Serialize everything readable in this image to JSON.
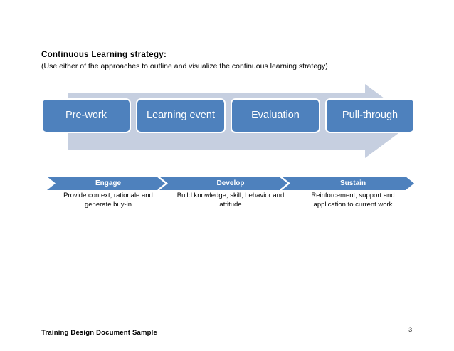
{
  "slide": {
    "heading": {
      "title": "Continuous  Learning strategy:",
      "subtitle": "(Use either of the approaches to outline and visualize the continuous learning strategy)"
    },
    "stage_arrow": {
      "icon_name": "right-arrow-band",
      "band_color": "#C6CFE0",
      "box_color": "#4E81BD",
      "box_border_color": "#FFFFFF",
      "boxes": [
        {
          "label": "Pre-work"
        },
        {
          "label": "Learning event"
        },
        {
          "label": "Evaluation"
        },
        {
          "label": "Pull-through"
        }
      ]
    },
    "chevron_process": {
      "icon_name": "chevron-process-icon",
      "chevron_color": "#4E81BD",
      "separator_color": "#FFFFFF",
      "steps": [
        {
          "label": "Engage",
          "description": "Provide context, rationale and generate buy-in"
        },
        {
          "label": "Develop",
          "description": "Build knowledge, skill, behavior and attitude"
        },
        {
          "label": "Sustain",
          "description": "Reinforcement, support and application to current work"
        }
      ]
    },
    "footer": {
      "text": "Training  Design Document  Sample",
      "page_number": "3"
    }
  }
}
